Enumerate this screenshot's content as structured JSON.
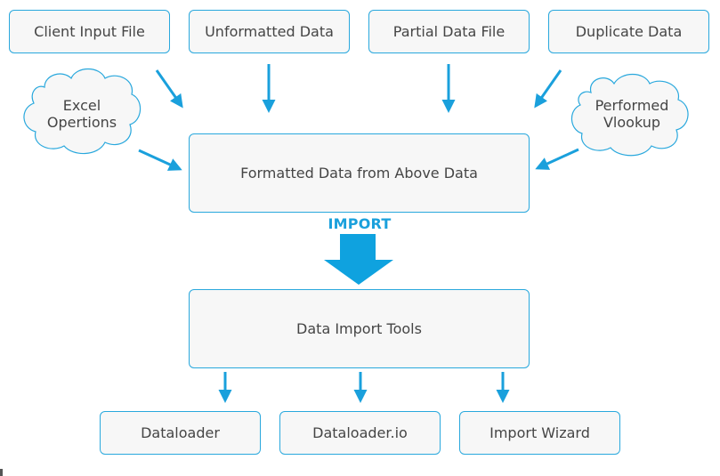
{
  "top_sources": [
    {
      "label": "Client Input File"
    },
    {
      "label": "Unformatted Data"
    },
    {
      "label": "Partial Data File"
    },
    {
      "label": "Duplicate Data"
    }
  ],
  "clouds": [
    {
      "line1": "Excel",
      "line2": "Opertions"
    },
    {
      "line1": "Performed",
      "line2": "Vlookup"
    }
  ],
  "formatted_box": {
    "label": "Formatted Data from Above Data"
  },
  "import_step": {
    "label": "IMPORT"
  },
  "tools_box": {
    "label": "Data Import Tools"
  },
  "outputs": [
    {
      "label": "Dataloader"
    },
    {
      "label": "Dataloader.io"
    },
    {
      "label": "Import Wizard"
    }
  ],
  "colors": {
    "accent": "#29a8dd",
    "import_text": "#1aa0dc",
    "box_fill": "#f7f7f7",
    "text": "#454545"
  }
}
